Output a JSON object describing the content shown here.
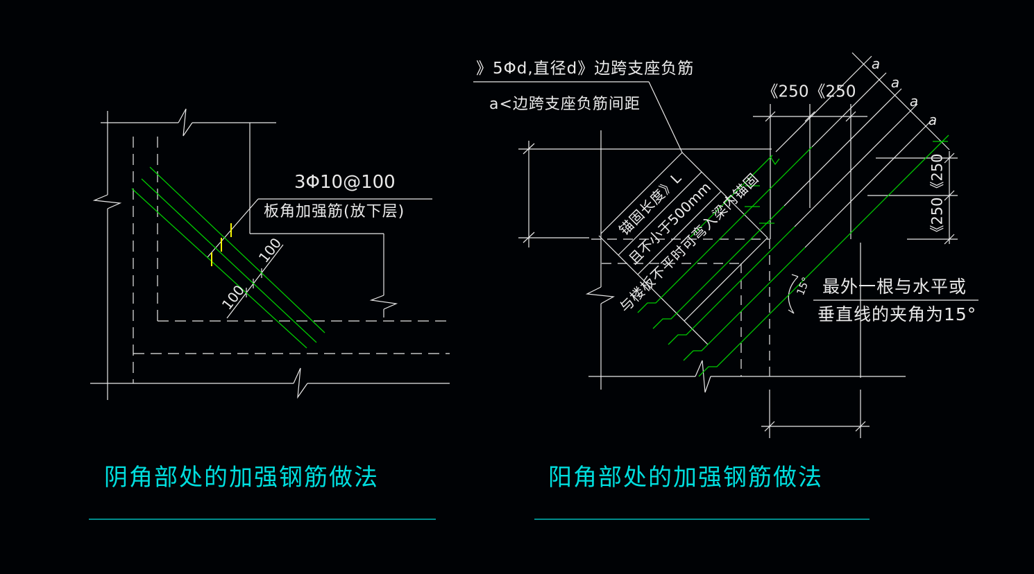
{
  "left_view": {
    "callout_line1": "3Φ10@100",
    "callout_line2": "板角加强筋(放下层)",
    "dim_spacing_a": "100",
    "dim_spacing_b": "100",
    "title": "阴角部处的加强钢筋做法"
  },
  "right_view": {
    "top_note_line1": "》5Φd,直径d》边跨支座负筋",
    "top_note_line2": "a<边跨支座负筋间距",
    "anchor_note_line1": "锚固长度》L",
    "anchor_note_line2": "且不小于500mm",
    "anchor_note_line3": "与楼板不平时可弯入梁内锚固",
    "dim_top": [
      "《250",
      "《250"
    ],
    "dim_right": [
      "《250",
      "《250"
    ],
    "spacing_labels": [
      "a",
      "a",
      "a",
      "a"
    ],
    "angle_label": "15°",
    "angle_note_line1": "最外一根与水平或",
    "angle_note_line2": "垂直线的夹角为15°",
    "title": "阳角部处的加强钢筋做法"
  },
  "colors": {
    "background": "#000205",
    "line_white": "#eaeaea",
    "rebar_green": "#00cc00",
    "highlight_yellow": "#f4f400",
    "title_cyan": "#00dede"
  }
}
